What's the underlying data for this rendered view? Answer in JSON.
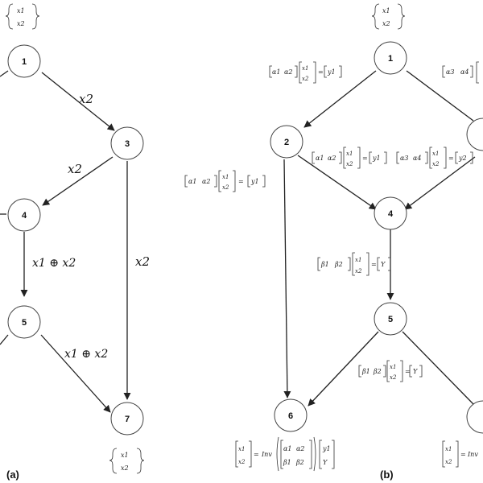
{
  "panels": {
    "a": {
      "label": "(a)"
    },
    "b": {
      "label": "(b)"
    }
  },
  "nodes_a": [
    {
      "id": "a1",
      "label": "1"
    },
    {
      "id": "a3",
      "label": "3"
    },
    {
      "id": "a4",
      "label": "4"
    },
    {
      "id": "a5",
      "label": "5"
    },
    {
      "id": "a7",
      "label": "7"
    }
  ],
  "edges_a": [
    {
      "from": "a1",
      "to": "a3",
      "label": "x2"
    },
    {
      "from": "a3",
      "to": "a4",
      "label": "x2"
    },
    {
      "from": "a3",
      "to": "a7",
      "label": "x2"
    },
    {
      "from": "a4",
      "to": "a5",
      "label": "x1 ⊕ x2"
    },
    {
      "from": "a5",
      "to": "a7",
      "label": "x1 ⊕ x2"
    }
  ],
  "source_vector": [
    "x1",
    "x2"
  ],
  "sink_vector": [
    "x1",
    "x2"
  ],
  "nodes_b": [
    {
      "id": "b1",
      "label": "1"
    },
    {
      "id": "b2",
      "label": "2"
    },
    {
      "id": "b4",
      "label": "4"
    },
    {
      "id": "b5",
      "label": "5"
    },
    {
      "id": "b6",
      "label": "6"
    }
  ],
  "equations_b": {
    "node1_left": {
      "coeffs": [
        "α1",
        "α2"
      ],
      "vars": [
        "x1",
        "x2"
      ],
      "result": "y1"
    },
    "node1_right": {
      "coeffs": [
        "α3",
        "α4"
      ]
    },
    "node2_left": {
      "coeffs": [
        "α1",
        "α2"
      ],
      "vars": [
        "x1",
        "x2"
      ],
      "result": "y1"
    },
    "edge2_4": {
      "coeffs": [
        "α1",
        "α2"
      ],
      "vars": [
        "x1",
        "x2"
      ],
      "result": "y1"
    },
    "edge3_4": {
      "coeffs": [
        "α3",
        "α4"
      ],
      "vars": [
        "x1",
        "x2"
      ],
      "result": "y2"
    },
    "node4": {
      "coeffs": [
        "β1",
        "β2"
      ],
      "vars": [
        "x1",
        "x2"
      ],
      "result": "Y"
    },
    "node5": {
      "coeffs": [
        "β1",
        "β2"
      ],
      "vars": [
        "x1",
        "x2"
      ],
      "result": "Y"
    },
    "node6": {
      "vars": [
        "x1",
        "x2"
      ],
      "op": "Inv",
      "matrix": [
        [
          "α1",
          "α2"
        ],
        [
          "β1",
          "β2"
        ]
      ],
      "rhs": [
        "y1",
        "Y"
      ]
    },
    "node7": {
      "vars": [
        "x1",
        "x2"
      ],
      "op": "Inv"
    }
  }
}
